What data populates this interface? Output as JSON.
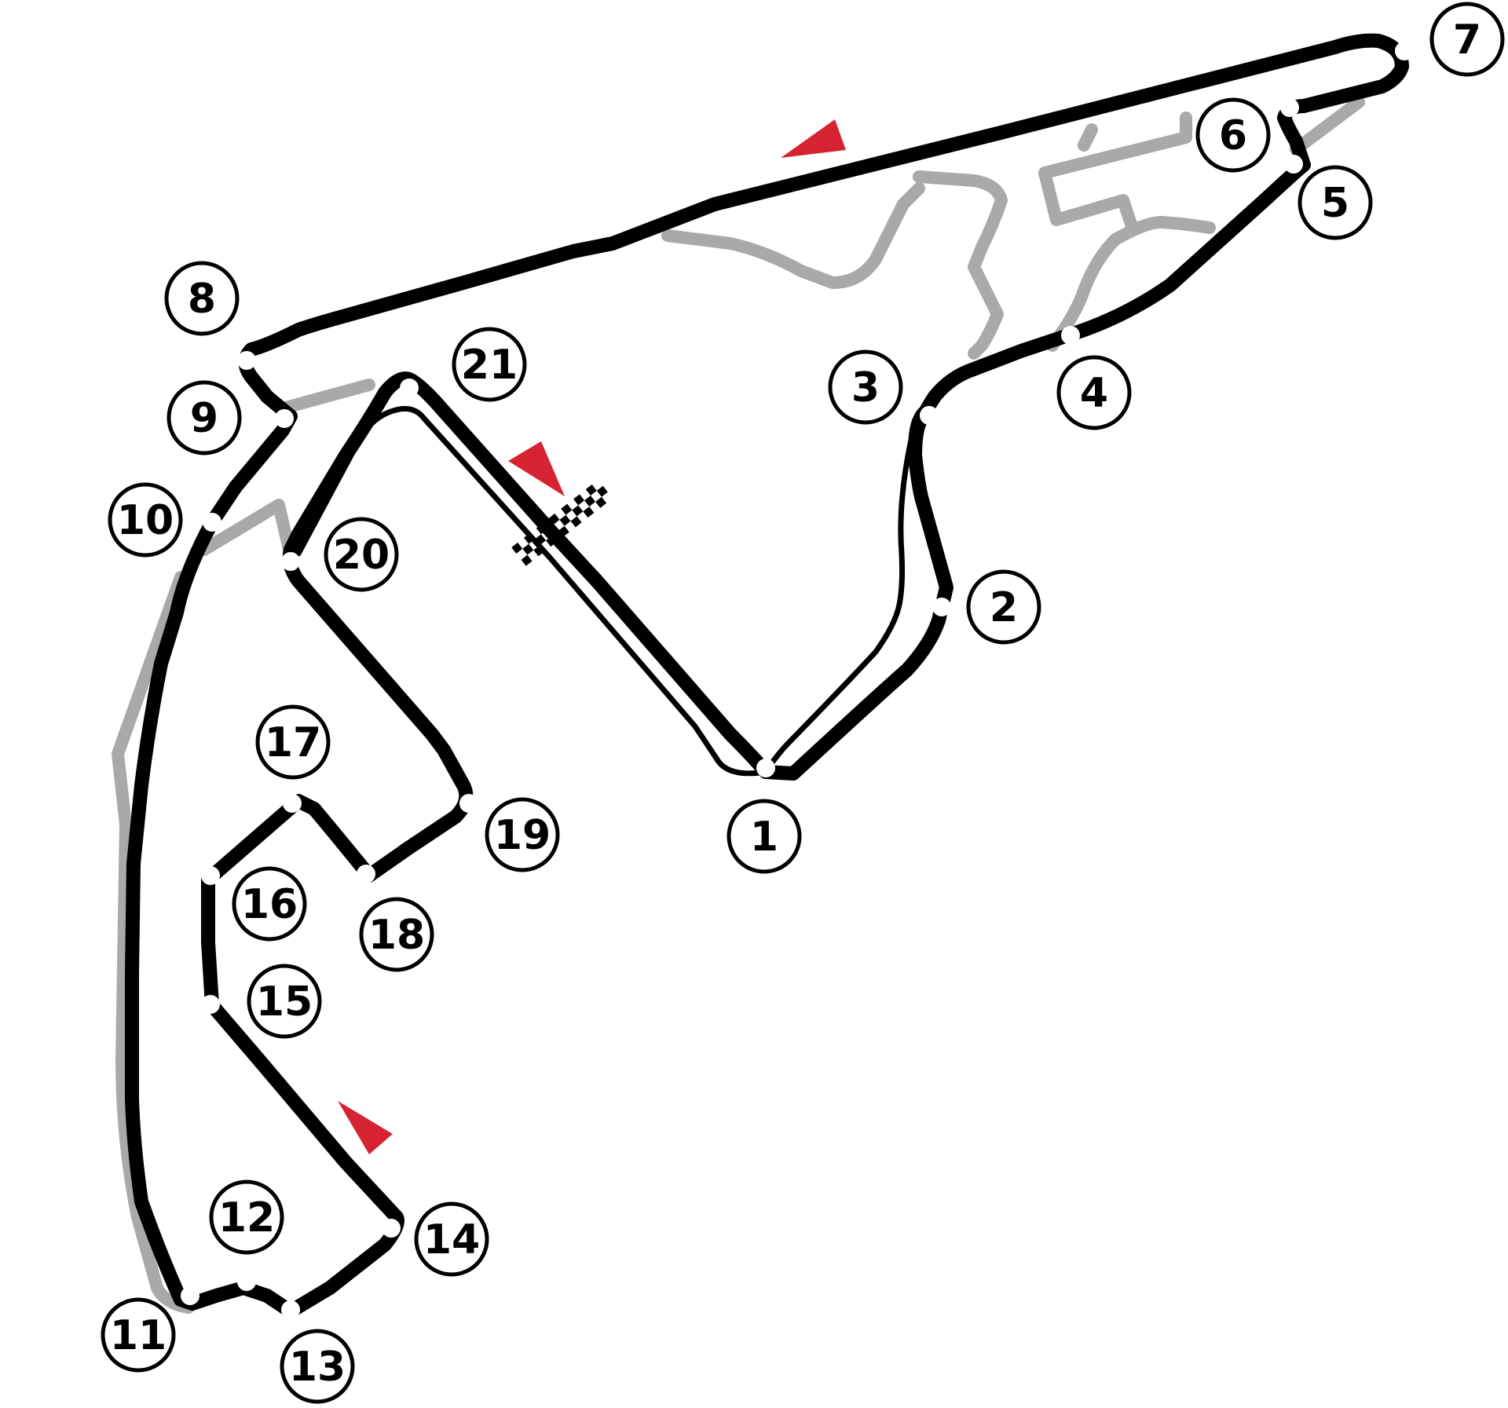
{
  "colors": {
    "track": "#000000",
    "runoff": "#a9a9a9",
    "marker": "#d52331",
    "background": "#ffffff"
  },
  "turns": [
    "1",
    "2",
    "3",
    "4",
    "5",
    "6",
    "7",
    "8",
    "9",
    "10",
    "11",
    "12",
    "13",
    "14",
    "15",
    "16",
    "17",
    "18",
    "19",
    "20",
    "21"
  ],
  "icons": {
    "start_finish": "checkered-flag-icon",
    "direction": "red-triangle-direction-icon"
  }
}
